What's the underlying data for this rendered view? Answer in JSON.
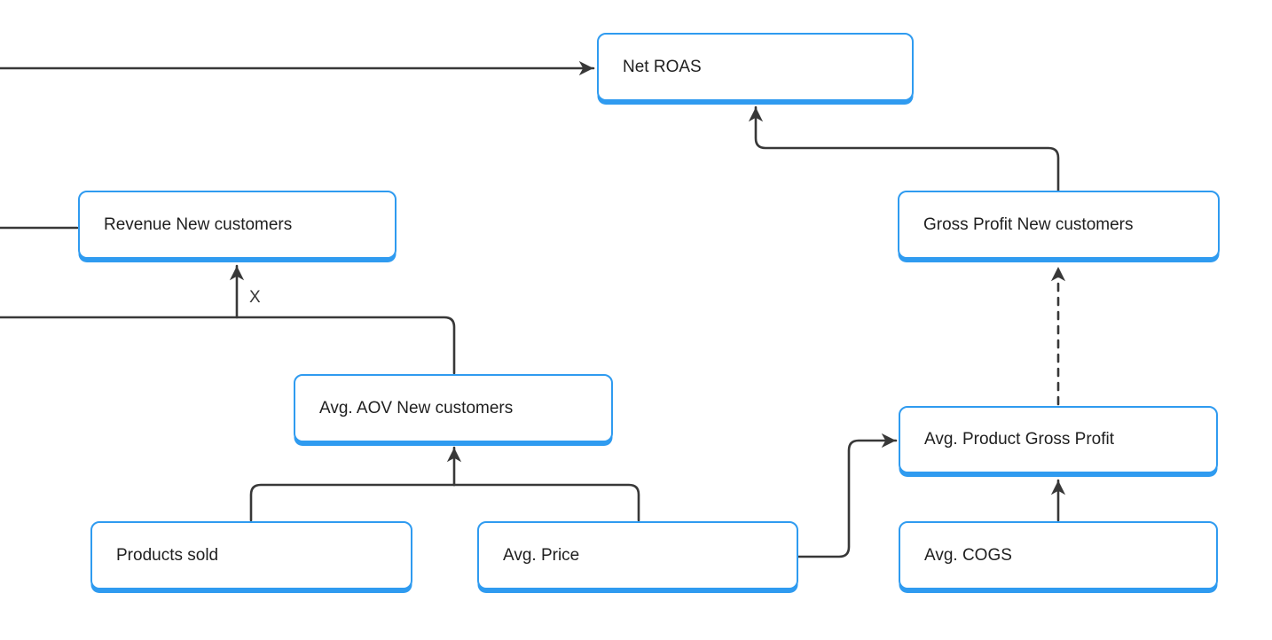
{
  "diagram": {
    "operator_label": "X",
    "nodes": [
      {
        "id": "net-roas",
        "label": "Net ROAS"
      },
      {
        "id": "revenue-new-customers",
        "label": "Revenue New customers"
      },
      {
        "id": "gross-profit-new-customers",
        "label": "Gross Profit New customers"
      },
      {
        "id": "avg-aov-new-customers",
        "label": "Avg. AOV New customers"
      },
      {
        "id": "avg-product-gross-profit",
        "label": "Avg. Product Gross Profit"
      },
      {
        "id": "products-sold",
        "label": "Products sold"
      },
      {
        "id": "avg-price",
        "label": "Avg. Price"
      },
      {
        "id": "avg-cogs",
        "label": "Avg. COGS"
      }
    ],
    "edges": [
      {
        "from": "off-screen-left",
        "to": "net-roas",
        "style": "solid",
        "arrow": true
      },
      {
        "from": "off-screen-left",
        "to": "revenue-new-customers",
        "style": "solid",
        "arrow": false
      },
      {
        "from": "gross-profit-new-customers",
        "to": "net-roas",
        "style": "solid",
        "arrow": true
      },
      {
        "from": "off-screen-left",
        "to": "multiply-junction",
        "style": "solid",
        "arrow": false
      },
      {
        "from": "avg-aov-new-customers",
        "to": "multiply-junction",
        "style": "solid",
        "arrow": false
      },
      {
        "from": "multiply-junction",
        "to": "revenue-new-customers",
        "style": "solid",
        "arrow": true,
        "label": "X"
      },
      {
        "from": "products-sold",
        "to": "avg-aov-new-customers",
        "style": "solid",
        "arrow": true
      },
      {
        "from": "avg-price",
        "to": "avg-aov-new-customers",
        "style": "solid",
        "arrow": true
      },
      {
        "from": "avg-price",
        "to": "avg-product-gross-profit",
        "style": "solid",
        "arrow": true
      },
      {
        "from": "avg-cogs",
        "to": "avg-product-gross-profit",
        "style": "solid",
        "arrow": true
      },
      {
        "from": "avg-product-gross-profit",
        "to": "gross-profit-new-customers",
        "style": "dashed",
        "arrow": true
      }
    ]
  },
  "colors": {
    "accent": "#2f9bf0",
    "connector": "#383838",
    "node_fill": "#ffffff",
    "text": "#1f1f1f",
    "bg": "#ffffff"
  }
}
